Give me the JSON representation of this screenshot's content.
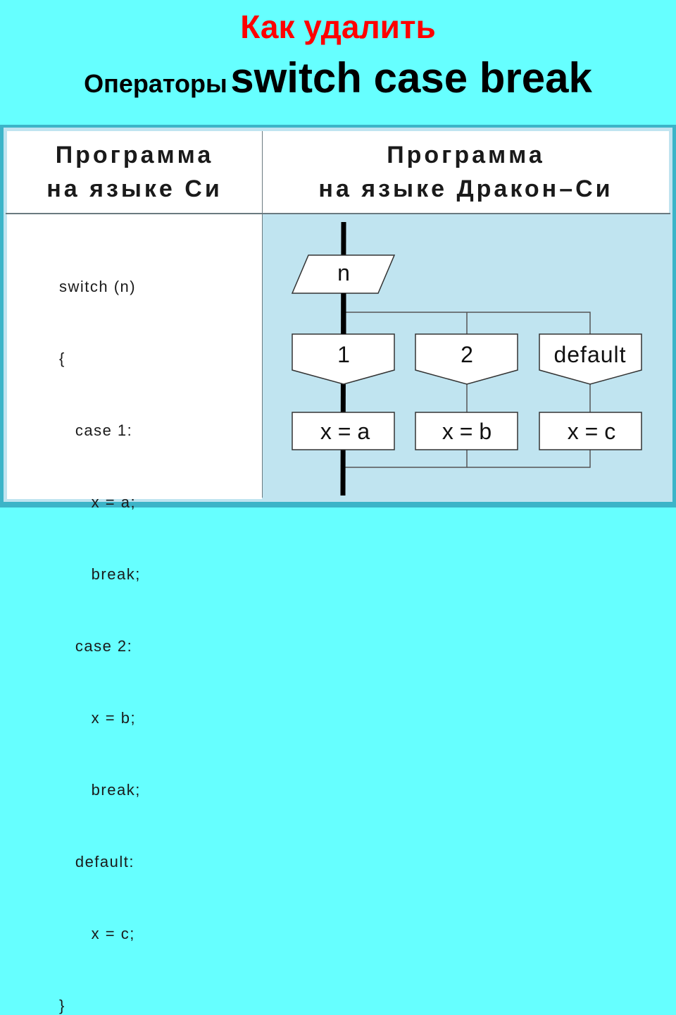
{
  "title": {
    "line1": "Как удалить",
    "line2_prefix": "Операторы",
    "line2_main": "switch case break"
  },
  "headers": {
    "left_line1": "Программа",
    "left_line2": "на языке Си",
    "right_line1": "Программа",
    "right_line2": "на языке Дракон–Си"
  },
  "code": [
    "switch (n)",
    "{",
    "   case 1:",
    "      x = a;",
    "      break;",
    "   case 2:",
    "      x = b;",
    "      break;",
    "   default:",
    "      x = c;",
    "}"
  ],
  "diagram": {
    "input": "n",
    "cases": [
      "1",
      "2",
      "default"
    ],
    "actions": [
      "x = a",
      "x = b",
      "x = c"
    ]
  },
  "colors": {
    "title_red": "#ff0000",
    "background_cyan": "#66ffff",
    "panel_blue": "#c0e4f0",
    "border_teal": "#3cb4c8"
  }
}
